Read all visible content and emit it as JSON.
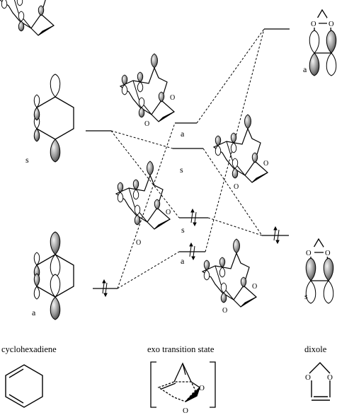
{
  "labels": {
    "s": "s",
    "a": "a",
    "oxygen": "O"
  },
  "captions": {
    "cyclohexadiene": "cyclohexadiene",
    "transition_state": "exo transition state",
    "dixole": "dixole"
  }
}
